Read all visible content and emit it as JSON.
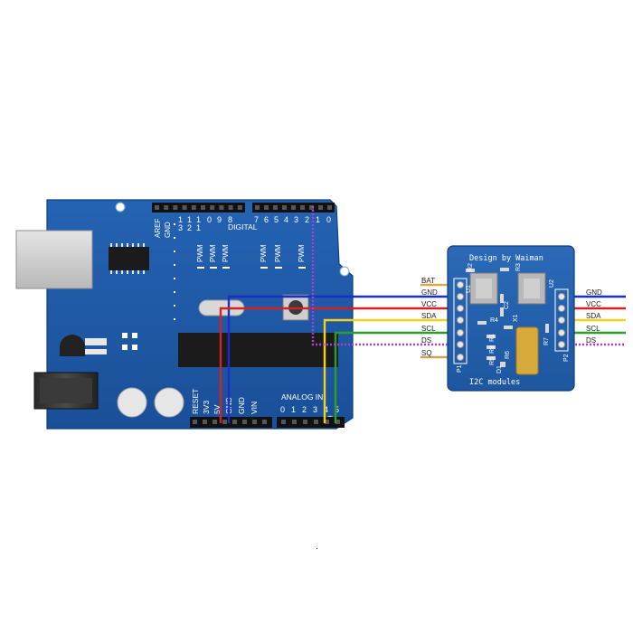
{
  "arduino": {
    "top_header_digits": [
      "1",
      "1",
      "1",
      "0",
      "9",
      "8",
      "7",
      "6",
      "5",
      "4",
      "3",
      "2",
      "1",
      "0"
    ],
    "top_header_digits_row2": [
      "3",
      "2",
      "1"
    ],
    "aref": "AREF",
    "gnd_top": "GND",
    "digital": "DIGITAL",
    "pwm": "PWM",
    "power_labels": [
      "RESET",
      "3V3",
      "5V",
      "GND",
      "GND",
      "VIN"
    ],
    "analog_in": "ANALOG IN",
    "analog_digits": [
      "0",
      "1",
      "2",
      "3",
      "4",
      "5"
    ]
  },
  "module": {
    "title": "Design by Waiman",
    "footer": "I2C modules",
    "left_pins": [
      "BAT",
      "GND",
      "VCC",
      "SDA",
      "SCL",
      "DS",
      "SQ"
    ],
    "right_pins": [
      "GND",
      "VCC",
      "SDA",
      "SCL",
      "DS"
    ],
    "silk": {
      "r2": "R2",
      "r3": "R3",
      "u1": "U1",
      "u2": "U2",
      "c2": "C2",
      "r4": "R4",
      "x1": "X1",
      "r7": "R7",
      "r1": "R1",
      "r8": "R8",
      "r5": "R5",
      "r6": "R6",
      "d1": "D1",
      "p1": "P1",
      "p2": "P2"
    }
  },
  "footnote": ".",
  "colors": {
    "board_blue": "#1f5aa8",
    "wire_gnd": "#1a2fc9",
    "wire_vcc": "#d42222",
    "wire_sda": "#f2d319",
    "wire_scl": "#2a9d2a",
    "wire_ds": "#b43ad6",
    "bat_wire": "#e0a64a"
  }
}
